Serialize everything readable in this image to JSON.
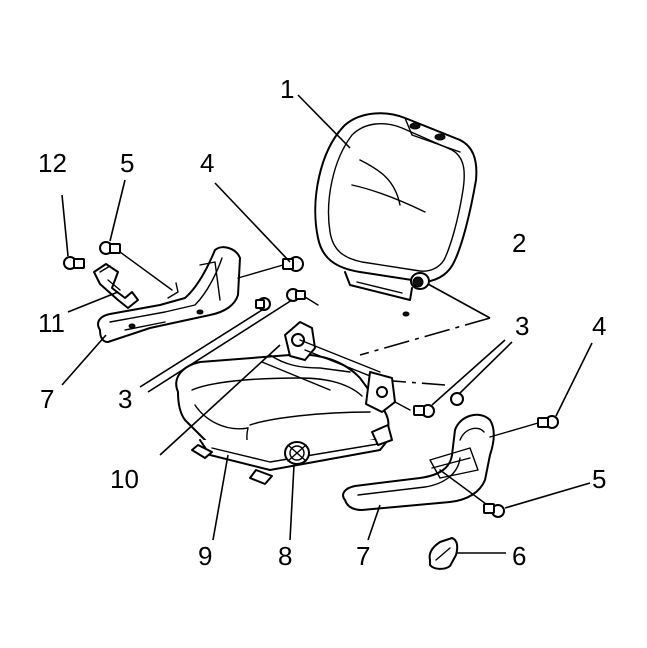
{
  "callouts": {
    "c1": "1",
    "c2": "2",
    "c3a": "3",
    "c3b": "3",
    "c4a": "4",
    "c4b": "4",
    "c5a": "5",
    "c5b": "5",
    "c6": "6",
    "c7a": "7",
    "c7b": "7",
    "c8": "8",
    "c9": "9",
    "c10": "10",
    "c11": "11",
    "c12": "12"
  },
  "colors": {
    "ink": "#000000",
    "paper": "#ffffff"
  }
}
